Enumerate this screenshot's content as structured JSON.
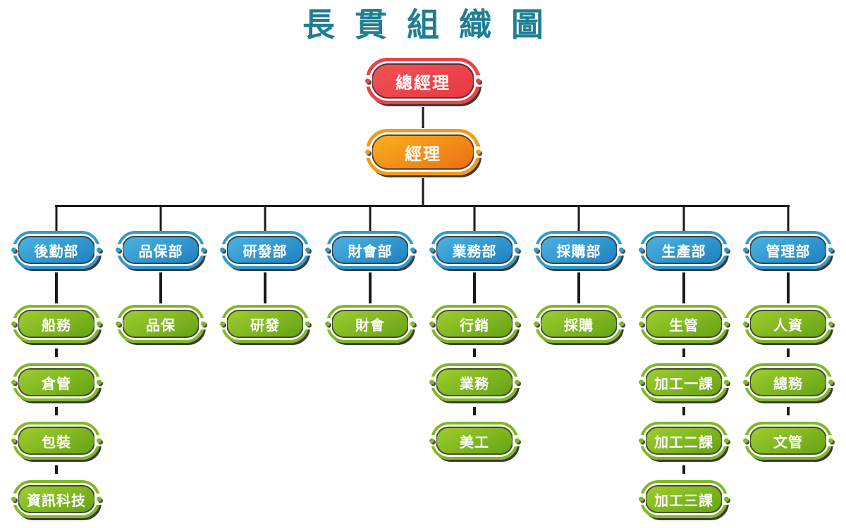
{
  "title": "長貫組織圖",
  "root": "總經理",
  "manager": "經理",
  "columns": [
    {
      "dept": "後勤部",
      "subs": [
        "船務",
        "倉管",
        "包裝",
        "資訊科技"
      ]
    },
    {
      "dept": "品保部",
      "subs": [
        "品保"
      ]
    },
    {
      "dept": "研發部",
      "subs": [
        "研發"
      ]
    },
    {
      "dept": "財會部",
      "subs": [
        "財會"
      ]
    },
    {
      "dept": "業務部",
      "subs": [
        "行銷",
        "業務",
        "美工"
      ]
    },
    {
      "dept": "採購部",
      "subs": [
        "採購"
      ]
    },
    {
      "dept": "生產部",
      "subs": [
        "生管",
        "加工一課",
        "加工二課",
        "加工三課"
      ]
    },
    {
      "dept": "管理部",
      "subs": [
        "人資",
        "總務",
        "文管"
      ]
    }
  ],
  "colors": {
    "title_teal": "#1f7e93",
    "root_red": "#ee4049",
    "manager_orange": "#f49a18",
    "dept_blue": "#2d9bd3",
    "sub_green": "#7eb923",
    "connector_black": "#1a1a1a"
  }
}
